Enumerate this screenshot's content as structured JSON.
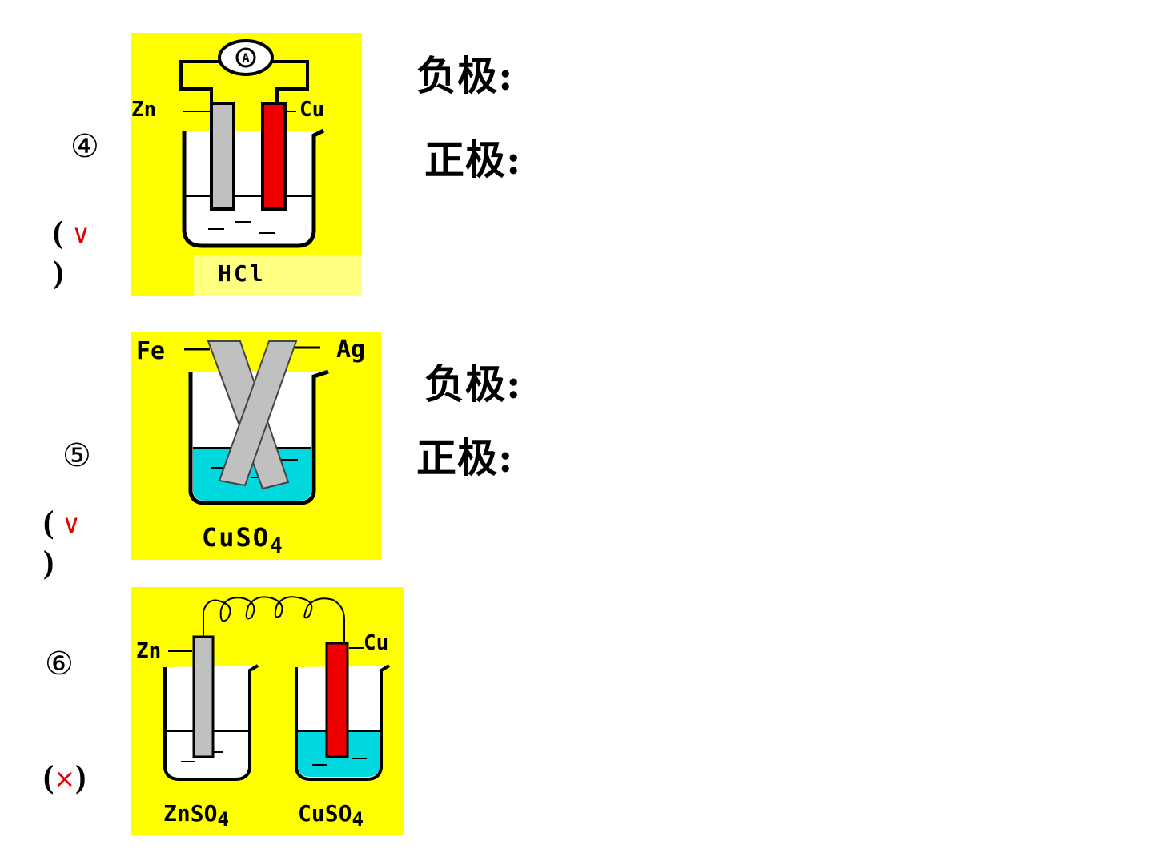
{
  "items": [
    {
      "number": "④",
      "mark_open": "(",
      "mark_symbol": "∨",
      "mark_close": ")",
      "negative_label": "负极:",
      "positive_label": "正极:",
      "diagram": {
        "left_electrode": "Zn",
        "right_electrode": "Cu",
        "meter": "A",
        "solution": "HCl"
      }
    },
    {
      "number": "⑤",
      "mark_open": "(",
      "mark_symbol": "∨",
      "mark_close": ")",
      "negative_label": "负极:",
      "positive_label": "正极:",
      "diagram": {
        "left_electrode": "Fe",
        "right_electrode": "Ag",
        "solution": "CuSO",
        "solution_sub": "4"
      }
    },
    {
      "number": "⑥",
      "mark_open": "(",
      "mark_symbol": "×",
      "mark_close": ")",
      "diagram": {
        "left_electrode": "Zn",
        "right_electrode": "Cu",
        "left_solution": "ZnSO",
        "left_solution_sub": "4",
        "right_solution": "CuSO",
        "right_solution_sub": "4"
      }
    }
  ],
  "colors": {
    "panel": "#ffff00",
    "zinc": "#c0c0c0",
    "copper": "#ee0000",
    "cuso4_solution": "#00d8e0",
    "mark": "#e00000"
  }
}
